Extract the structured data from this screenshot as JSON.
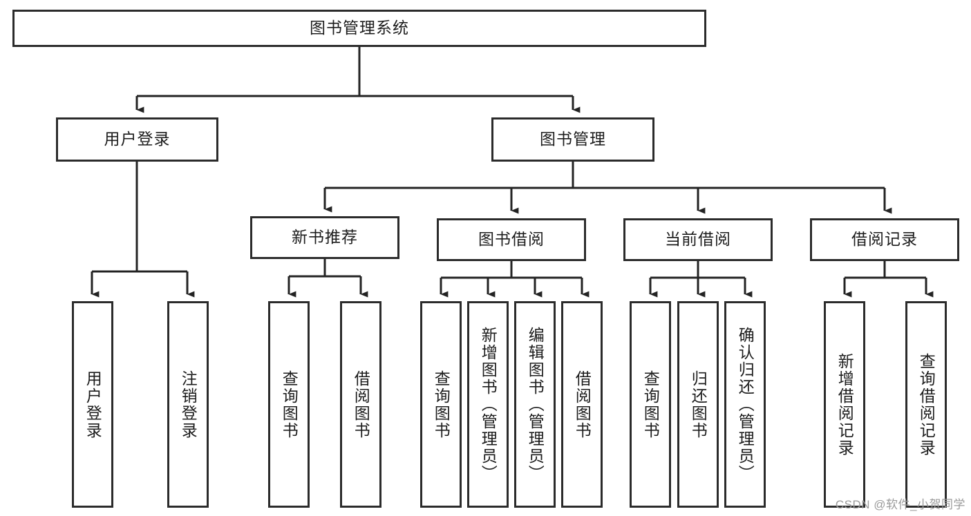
{
  "diagram": {
    "title": "图书管理系统",
    "watermark": "CSDN @软件_小贺同学",
    "colors": {
      "box_border": "#2b2b2b",
      "connector": "#232323",
      "background": "#ffffff",
      "text": "#1c1c1c",
      "watermark_text": "#9a9a9a"
    },
    "root": {
      "label": "图书管理系统"
    },
    "level2": [
      {
        "label": "用户登录"
      },
      {
        "label": "图书管理"
      }
    ],
    "level3": [
      {
        "label": "新书推荐"
      },
      {
        "label": "图书借阅"
      },
      {
        "label": "当前借阅"
      },
      {
        "label": "借阅记录"
      }
    ],
    "leaves": {
      "user_login": [
        {
          "label": "用户登录"
        },
        {
          "label": "注销登录"
        }
      ],
      "new_book_recommend": [
        {
          "label": "查询图书"
        },
        {
          "label": "借阅图书"
        }
      ],
      "book_borrow": [
        {
          "label": "查询图书"
        },
        {
          "label": "新增图书（管理员）"
        },
        {
          "label": "编辑图书（管理员）"
        },
        {
          "label": "借阅图书"
        }
      ],
      "current_borrow": [
        {
          "label": "查询图书"
        },
        {
          "label": "归还图书"
        },
        {
          "label": "确认归还（管理员）"
        }
      ],
      "borrow_records": [
        {
          "label": "新增借阅记录"
        },
        {
          "label": "查询借阅记录"
        }
      ]
    }
  }
}
